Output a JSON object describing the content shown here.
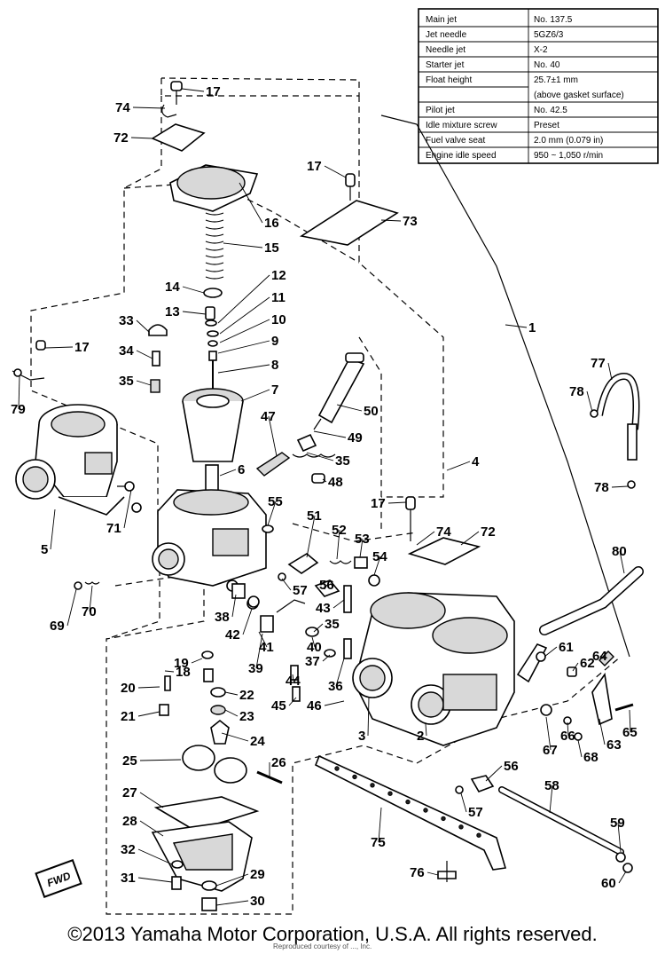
{
  "spec_table": {
    "rows": [
      {
        "label": "Main jet",
        "value": "No. 137.5"
      },
      {
        "label": "Jet needle",
        "value": "5GZ6/3"
      },
      {
        "label": "Needle jet",
        "value": "X-2"
      },
      {
        "label": "Starter jet",
        "value": "No. 40"
      },
      {
        "label": "Float height",
        "value": "25.7±1 mm"
      },
      {
        "label": "",
        "value": "(above gasket surface)"
      },
      {
        "label": "Pilot jet",
        "value": "No. 42.5"
      },
      {
        "label": "Idle mixture screw",
        "value": "Preset"
      },
      {
        "label": "Fuel valve seat",
        "value": "2.0 mm (0.079 in)"
      },
      {
        "label": "Engine idle speed",
        "value": "950 ~ 1,050 r/min"
      }
    ]
  },
  "callouts": {
    "c1": "1",
    "c2": "2",
    "c3": "3",
    "c4": "4",
    "c5": "5",
    "c6": "6",
    "c7": "7",
    "c8": "8",
    "c9": "9",
    "c10": "10",
    "c11": "11",
    "c12": "12",
    "c13": "13",
    "c14": "14",
    "c15": "15",
    "c16": "16",
    "c17a": "17",
    "c17b": "17",
    "c17c": "17",
    "c17d": "17",
    "c18": "18",
    "c19": "19",
    "c20": "20",
    "c21": "21",
    "c22": "22",
    "c23": "23",
    "c24": "24",
    "c25": "25",
    "c26": "26",
    "c27": "27",
    "c28": "28",
    "c29": "29",
    "c30": "30",
    "c31": "31",
    "c32": "32",
    "c33": "33",
    "c34": "34",
    "c35a": "35",
    "c35b": "35",
    "c35c": "35",
    "c36": "36",
    "c37": "37",
    "c38": "38",
    "c39": "39",
    "c40": "40",
    "c41": "41",
    "c42": "42",
    "c43": "43",
    "c44": "44",
    "c45": "45",
    "c46": "46",
    "c47": "47",
    "c48": "48",
    "c49": "49",
    "c50": "50",
    "c51": "51",
    "c52": "52",
    "c53": "53",
    "c54": "54",
    "c55": "55",
    "c56a": "56",
    "c56b": "56",
    "c57a": "57",
    "c57b": "57",
    "c58": "58",
    "c59": "59",
    "c60": "60",
    "c61": "61",
    "c62": "62",
    "c63": "63",
    "c64": "64",
    "c65": "65",
    "c66": "66",
    "c67": "67",
    "c68": "68",
    "c69": "69",
    "c70": "70",
    "c71": "71",
    "c72a": "72",
    "c72b": "72",
    "c73": "73",
    "c74a": "74",
    "c74b": "74",
    "c75": "75",
    "c76": "76",
    "c77": "77",
    "c78a": "78",
    "c78b": "78",
    "c79": "79",
    "c80": "80"
  },
  "badge": "FWD",
  "copyright": "©2013 Yamaha Motor Corporation, U.S.A. All rights reserved.",
  "watermark_text": "Reproduced courtesy of ..., Inc."
}
